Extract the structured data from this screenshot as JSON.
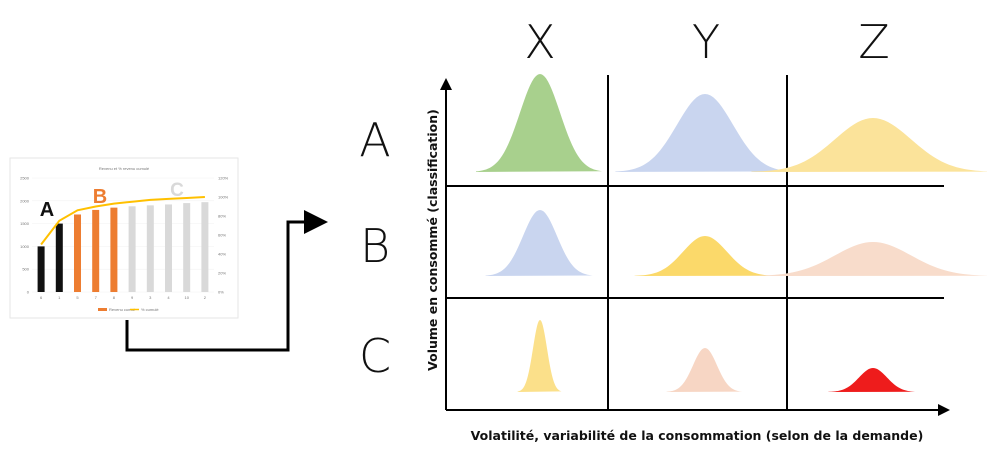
{
  "columns": [
    "X",
    "Y",
    "Z"
  ],
  "rows": [
    "A",
    "B",
    "C"
  ],
  "y_axis_label": "Volume en consommé (classification)",
  "x_axis_label": "Volatilité, variabilité de la consommation (selon de la demande)",
  "cells": [
    {
      "row": "A",
      "col": "X",
      "color": "#a8d08d",
      "spread": "narrow-tall"
    },
    {
      "row": "A",
      "col": "Y",
      "color": "#c9d5ef",
      "spread": "medium-tall"
    },
    {
      "row": "A",
      "col": "Z",
      "color": "#fbe39a",
      "spread": "wide"
    },
    {
      "row": "B",
      "col": "X",
      "color": "#c9d5ef",
      "spread": "narrow"
    },
    {
      "row": "B",
      "col": "Y",
      "color": "#fbd96a",
      "spread": "medium-short"
    },
    {
      "row": "B",
      "col": "Z",
      "color": "#f8dccb",
      "spread": "wide-short"
    },
    {
      "row": "C",
      "col": "X",
      "color": "#fbe08a",
      "spread": "very-narrow"
    },
    {
      "row": "C",
      "col": "Y",
      "color": "#f7d6c4",
      "spread": "narrow-short"
    },
    {
      "row": "C",
      "col": "Z",
      "color": "#ee1c1c",
      "spread": "medium-short"
    }
  ],
  "chart_data": {
    "type": "bar",
    "title": "Revenu et % revenu cumulé",
    "categories": [
      "6",
      "1",
      "5",
      "7",
      "8",
      "9",
      "3",
      "4",
      "10",
      "2"
    ],
    "series": [
      {
        "name": "Revenu cumul",
        "values": [
          1000,
          1500,
          1700,
          1800,
          1850,
          1880,
          1900,
          1920,
          1950,
          1970
        ]
      },
      {
        "name": "% cumulé",
        "values": [
          50,
          75,
          86,
          90,
          93,
          95,
          97,
          98,
          99,
          100
        ]
      }
    ],
    "ylim": [
      0,
      2500
    ],
    "y2lim": [
      0,
      120
    ],
    "yticks": [
      "0",
      "500",
      "1000",
      "1500",
      "2000",
      "2500"
    ],
    "y2ticks": [
      "0%",
      "20%",
      "40%",
      "60%",
      "80%",
      "100%",
      "120%"
    ],
    "class_labels": [
      "A",
      "B",
      "C"
    ],
    "class_colors": {
      "A": "#111111",
      "B": "#ed7d31",
      "C": "#d9d9d9"
    },
    "line_color": "#ffc000"
  }
}
